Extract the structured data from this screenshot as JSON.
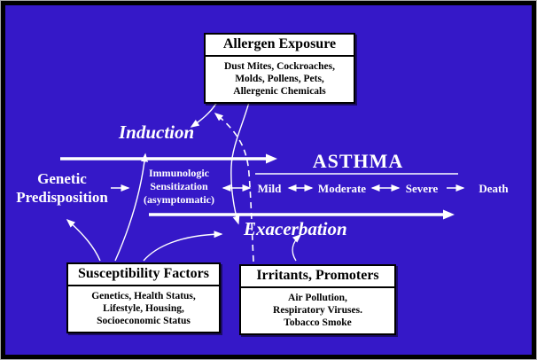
{
  "colors": {
    "background": "#3518C8",
    "frame_border": "#000000",
    "frame_edge": "#A8A8A8",
    "line_and_text": "#FFFFFF",
    "box_background": "#FFFFFF",
    "box_text": "#000000"
  },
  "labels": {
    "induction": "Induction",
    "exacerbation": "Exacerbation",
    "asthma": "ASTHMA",
    "genetic_line1": "Genetic",
    "genetic_line2": "Predisposition",
    "sensitization_line1": "Immunologic",
    "sensitization_line2": "Sensitization",
    "sensitization_line3": "(asymptomatic)",
    "severity": [
      "Mild",
      "Moderate",
      "Severe",
      "Death"
    ]
  },
  "boxes": {
    "allergen": {
      "title": "Allergen Exposure",
      "lines": [
        "Dust Mites, Cockroaches,",
        "Molds, Pollens, Pets,",
        "Allergenic Chemicals"
      ]
    },
    "susceptibility": {
      "title": "Susceptibility Factors",
      "lines": [
        "Genetics, Health Status,",
        "Lifestyle, Housing,",
        "Socioeconomic Status"
      ]
    },
    "irritants": {
      "title": "Irritants, Promoters",
      "lines": [
        "Air Pollution,",
        "Respiratory Viruses.",
        "Tobacco Smoke"
      ]
    }
  }
}
